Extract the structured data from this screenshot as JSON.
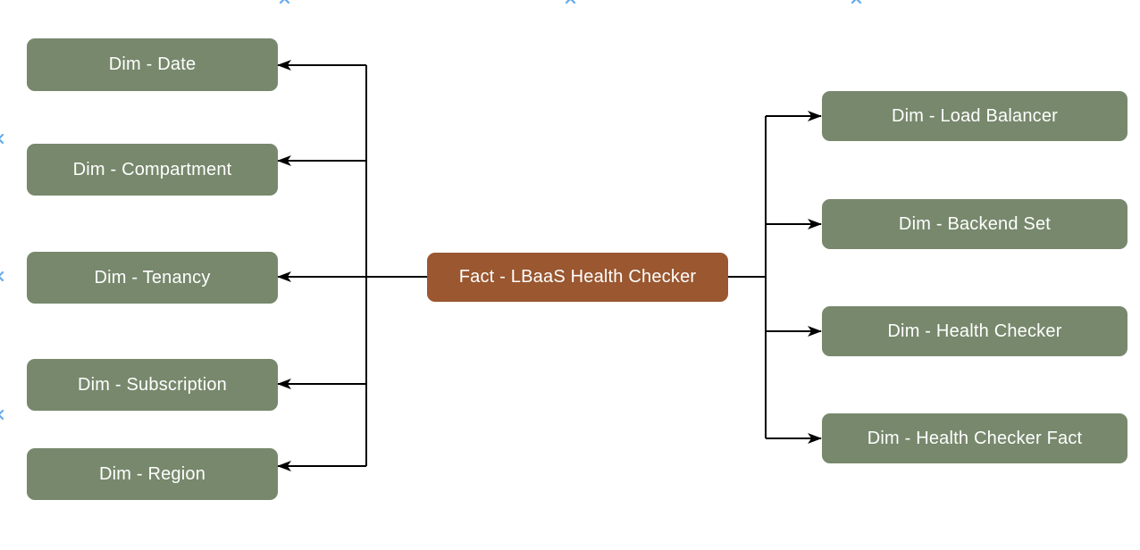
{
  "canvas": {
    "background": "#FFFFFF"
  },
  "colors": {
    "dimension_fill": "#77886C",
    "fact_fill": "#9A5730",
    "connector": "#000000",
    "page_marker": "#64AAEB",
    "node_text": "#FFFFFF"
  },
  "nodes": {
    "fact": {
      "label": "Fact - LBaaS Health Checker"
    },
    "left": [
      {
        "label": "Dim - Date"
      },
      {
        "label": "Dim - Compartment"
      },
      {
        "label": "Dim - Tenancy"
      },
      {
        "label": "Dim - Subscription"
      },
      {
        "label": "Dim - Region"
      }
    ],
    "right": [
      {
        "label": "Dim - Load Balancer"
      },
      {
        "label": "Dim - Backend Set"
      },
      {
        "label": "Dim - Health Checker"
      },
      {
        "label": "Dim - Health Checker Fact"
      }
    ]
  },
  "page_markers": {
    "top_x": [
      318,
      638,
      958
    ],
    "left_y": [
      155,
      309,
      464
    ]
  }
}
